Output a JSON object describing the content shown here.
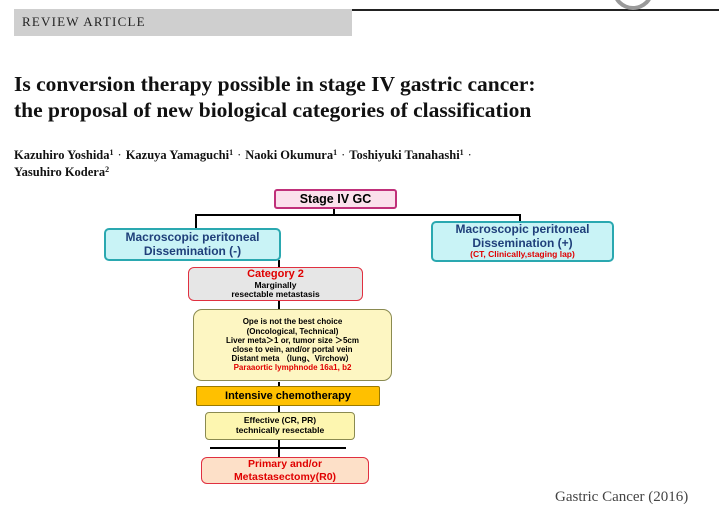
{
  "header": {
    "section_label": "REVIEW ARTICLE"
  },
  "article": {
    "title_line1": "Is conversion therapy possible in stage IV gastric cancer:",
    "title_line2": "the proposal of new biological categories of classification",
    "authors": [
      {
        "name": "Kazuhiro Yoshida",
        "aff": "1"
      },
      {
        "name": "Kazuya Yamaguchi",
        "aff": "1"
      },
      {
        "name": "Naoki Okumura",
        "aff": "1"
      },
      {
        "name": "Toshiyuki Tanahashi",
        "aff": "1"
      },
      {
        "name": "Yasuhiro Kodera",
        "aff": "2"
      }
    ],
    "author_separator": "·"
  },
  "journal_footer": "Gastric Cancer (2016)",
  "flowchart": {
    "root": "Stage IV GC",
    "left_branch": {
      "line1": "Macroscopic peritoneal",
      "line2": "Dissemination (-)"
    },
    "right_branch": {
      "line1": "Macroscopic peritoneal",
      "line2": "Dissemination (+)",
      "note": "(CT, Clinically,staging lap)"
    },
    "category": {
      "title": "Category 2",
      "line1": "Marginally",
      "line2": "resectable metastasis"
    },
    "criteria": {
      "line1": "Ope is not the best choice",
      "line2": "(Oncological, Technical)",
      "line3": "Liver meta＞1 or, tumor size ＞5cm",
      "line4": "close to vein, and/or portal vein",
      "line5": "Distant meta （lung、Virchow）",
      "line6": "Paraaortic lymphnode 16a1, b2"
    },
    "chemo": "Intensive chemotherapy",
    "response": {
      "line1": "Effective (CR, PR)",
      "line2": "technically resectable"
    },
    "surgery": {
      "line1": "Primary and/or",
      "line2": "Metastasectomy(R0)"
    },
    "colors": {
      "root_fill": "#fbe0ec",
      "root_border": "#c0307a",
      "branch_fill": "#c9f3f6",
      "branch_border": "#2aa8b0",
      "category_fill": "#e6e6e6",
      "category_border": "#e03040",
      "criteria_fill": "#fdf6c2",
      "criteria_border": "#8a8a50",
      "chemo_fill": "#ffc000",
      "chemo_border": "#9a7a00",
      "response_fill": "#fdf6b0",
      "surgery_fill": "#fde0c8",
      "surgery_border": "#e03040",
      "red_text": "#e00000"
    }
  }
}
